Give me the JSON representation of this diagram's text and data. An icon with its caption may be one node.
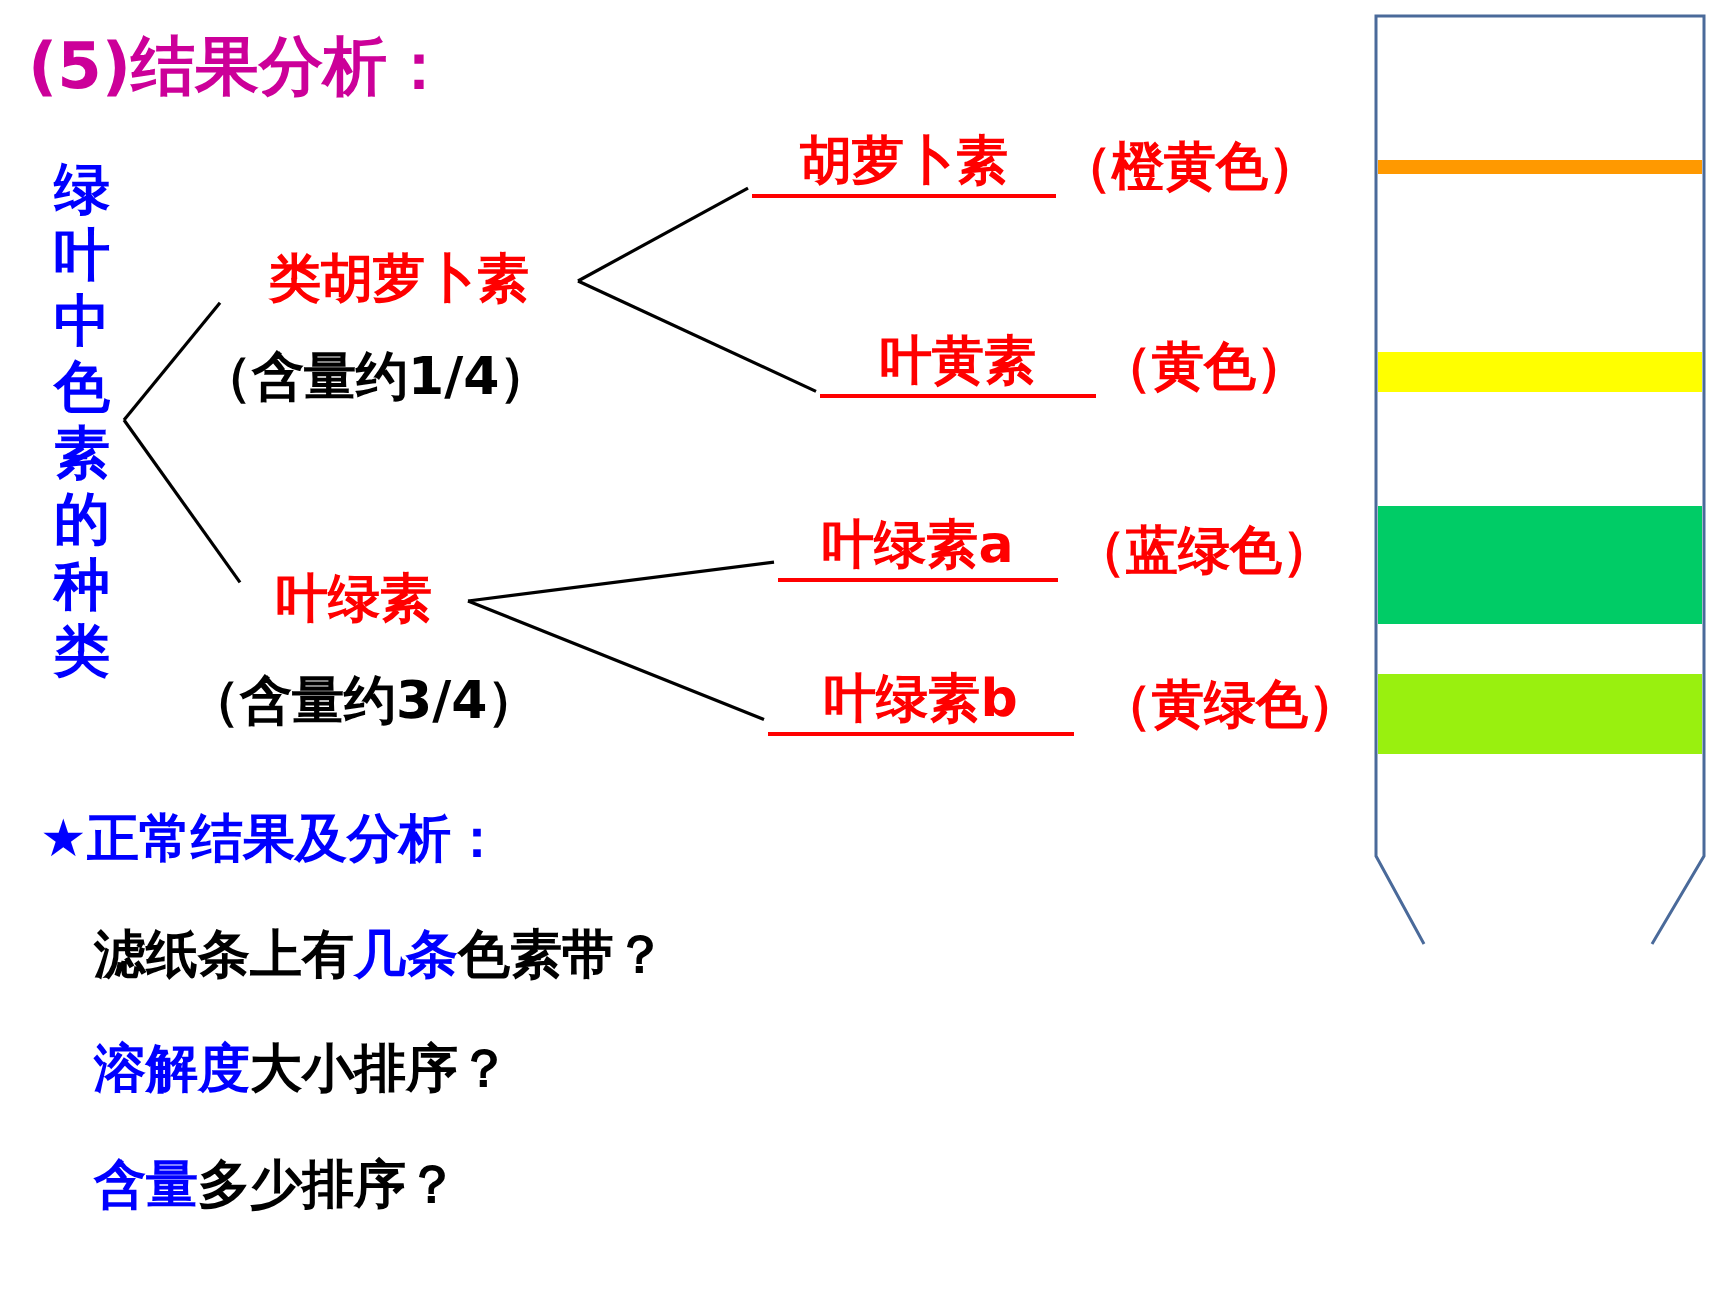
{
  "diagram": {
    "title": "(5)结果分析：",
    "nodes": [
      {
        "text": [
          "绿叶中色素的种类"
        ]
      },
      {
        "text": [
          "类胡萝卜素"
        ],
        "beside": [
          "（含量约1/4）"
        ]
      },
      {
        "text": [
          "叶绿素"
        ],
        "beside": [
          "（含量约3/4）"
        ]
      },
      {
        "text": [
          "胡萝卜素"
        ],
        "beside": [
          "（橙黄色）"
        ]
      },
      {
        "text": [
          "叶黄素"
        ],
        "beside": [
          "（黄色）"
        ]
      },
      {
        "text": [
          "叶绿素a"
        ],
        "beside": [
          "（蓝绿色）"
        ]
      },
      {
        "text": [
          "叶绿素b"
        ],
        "beside": [
          "（黄绿色）"
        ]
      }
    ],
    "edges": [
      {
        "from": 0,
        "to": 1,
        "arrow": "none"
      },
      {
        "from": 0,
        "to": 2,
        "arrow": "none"
      },
      {
        "from": 1,
        "to": 3,
        "arrow": "none"
      },
      {
        "from": 1,
        "to": 4,
        "arrow": "none"
      },
      {
        "from": 2,
        "to": 5,
        "arrow": "none"
      },
      {
        "from": 2,
        "to": 6,
        "arrow": "none"
      }
    ],
    "labels": [
      "★正常结果及分析：",
      "滤纸条上有**几条**色素带？",
      "**溶解度**大小排序？",
      "**含量**多少排序？"
    ]
  }
}
